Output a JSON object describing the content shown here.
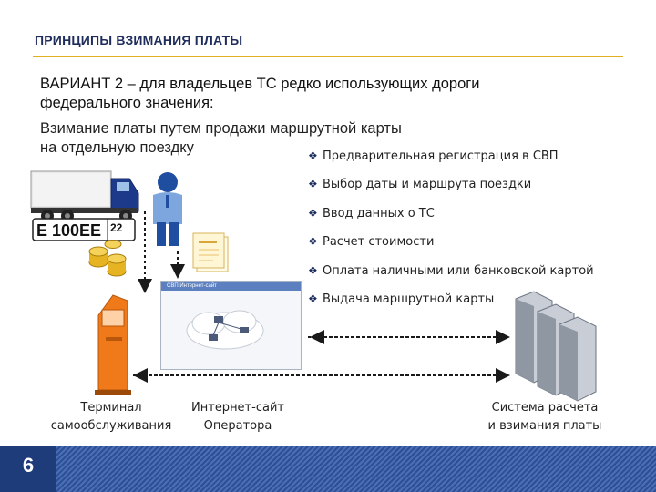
{
  "slide": {
    "title": "ПРИНЦИПЫ ВЗИМАНИЯ ПЛАТЫ",
    "variant": "ВАРИАНТ 2 – для владельцев ТС редко использующих дороги федерального значения:",
    "method_line1": "Взимание платы путем продажи маршрутной карты",
    "method_line2": "на отдельную поездку",
    "page_number": "6"
  },
  "steps": [
    "Предварительная регистрация в СВП",
    "Выбор даты и маршрута поездки",
    "Ввод данных о ТС",
    "Расчет стоимости",
    "Оплата наличными или банковской картой",
    "Выдача маршрутной карты"
  ],
  "plate": {
    "number": "Е 100ЕЕ",
    "region": "22"
  },
  "website_window": {
    "title": "СВП Интернет-сайт"
  },
  "captions": {
    "terminal_line1": "Терминал",
    "terminal_line2": "самообслуживания",
    "site_line1": "Интернет-сайт",
    "site_line2": "Оператора",
    "system_line1": "Система расчета",
    "system_line2": "и взимания платы"
  },
  "colors": {
    "title": "#1f2d5c",
    "accent_rule": "#e0b020",
    "footer_dark": "#1f3c7a",
    "footer_stripe": "#4a6fb5",
    "terminal": "#f07a1a",
    "arrow": "#1a1a1a"
  },
  "icons": {
    "bullet": "diamond-bullet-icon",
    "truck": "truck-icon",
    "person": "person-icon",
    "coins": "coins-icon",
    "document": "document-icon",
    "terminal": "kiosk-icon",
    "network": "network-cloud-icon",
    "servers": "server-rack-icon"
  }
}
